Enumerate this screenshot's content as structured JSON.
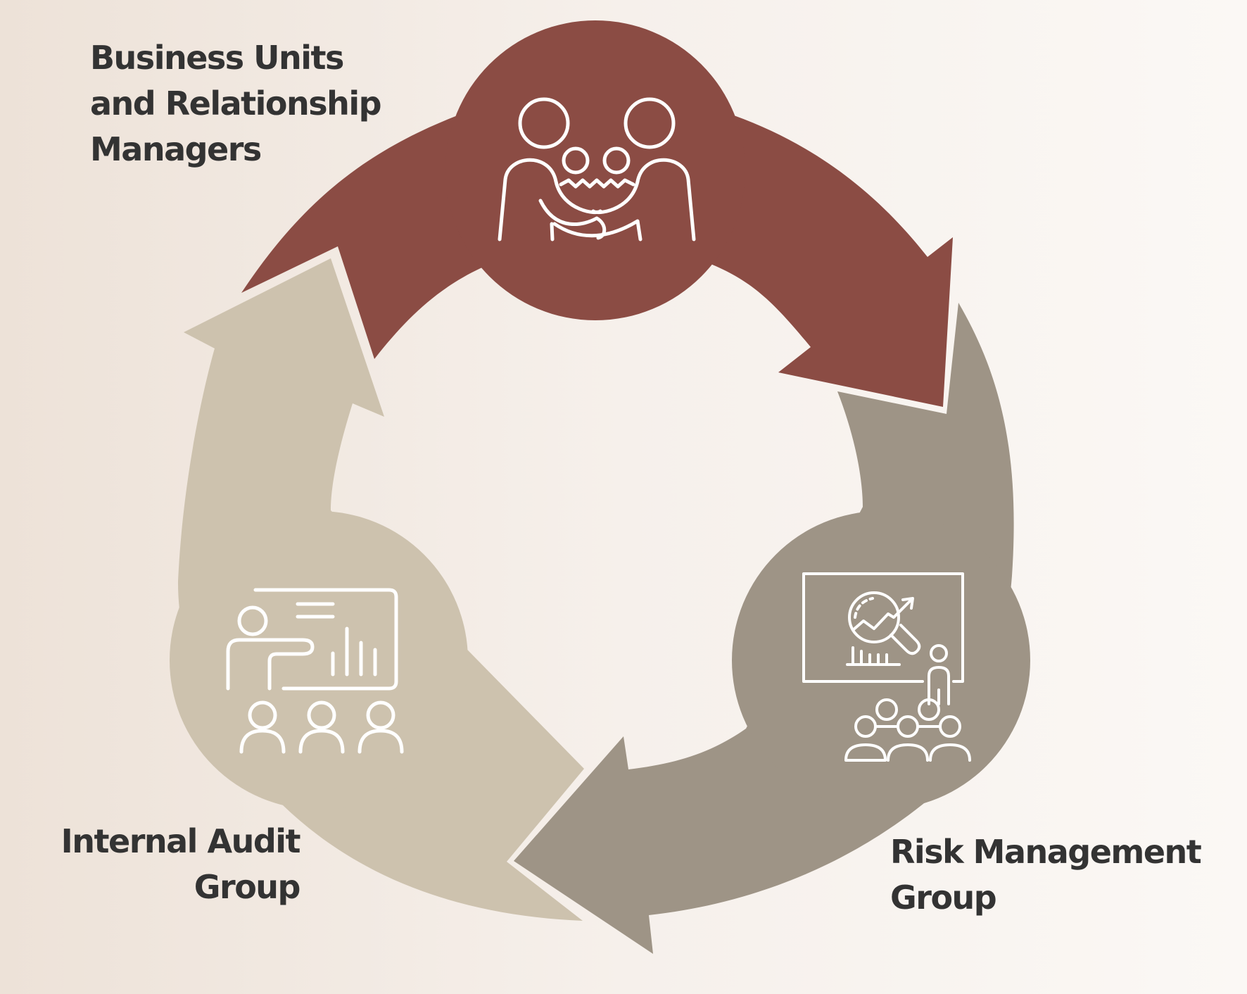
{
  "colors": {
    "business_units": "#8b4c44",
    "risk_management": "#9e9486",
    "internal_audit": "#cdc2ae",
    "icon_stroke": "#ffffff",
    "text": "#333333"
  },
  "nodes": [
    {
      "id": "business-units",
      "lines": [
        "Business Units",
        "and Relationship",
        "Managers"
      ],
      "icon": "handshake-people-icon"
    },
    {
      "id": "risk-management",
      "lines": [
        "Risk Management",
        "Group"
      ],
      "icon": "presentation-analytics-icon"
    },
    {
      "id": "internal-audit",
      "lines": [
        "Internal Audit",
        "Group"
      ],
      "icon": "teacher-whiteboard-icon"
    }
  ]
}
